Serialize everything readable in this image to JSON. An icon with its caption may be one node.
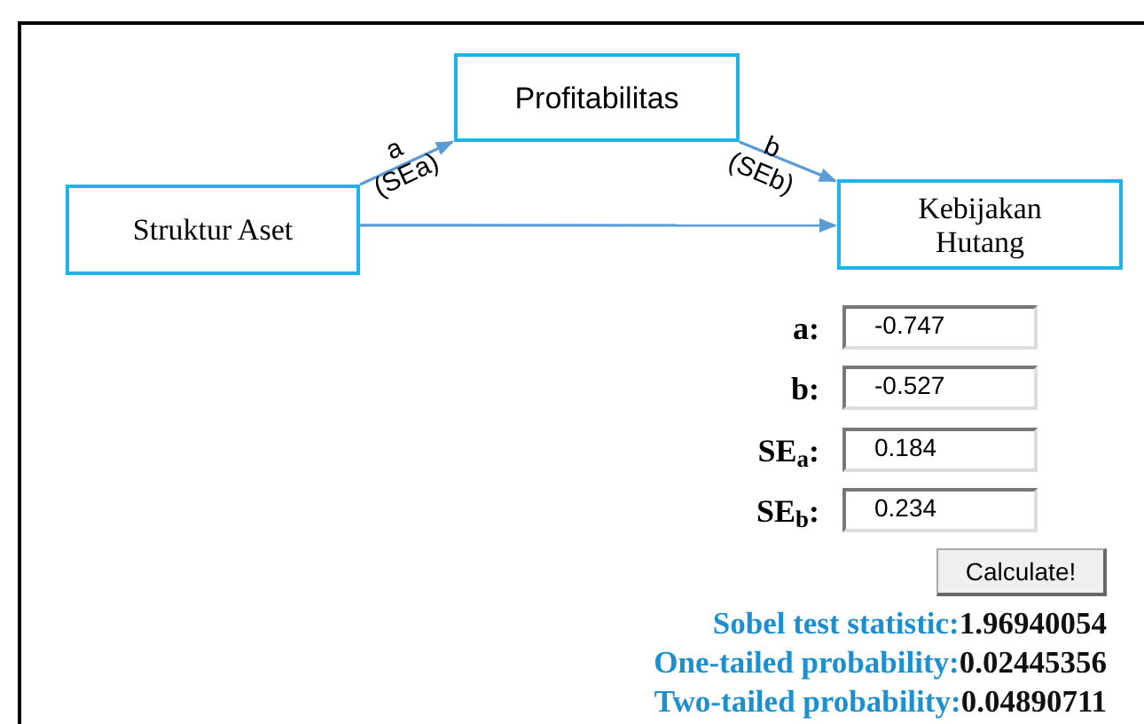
{
  "diagram": {
    "nodes": [
      {
        "text": [
          "Struktur Aset"
        ]
      },
      {
        "text": [
          "Profitabilitas"
        ]
      },
      {
        "text": [
          "Kebijakan Hutang"
        ]
      }
    ],
    "edges": [
      {
        "from": 0,
        "to": 1,
        "arrow": "to",
        "label": "a (SEa)"
      },
      {
        "from": 1,
        "to": 2,
        "arrow": "to",
        "label": "b (SEb)"
      },
      {
        "from": 0,
        "to": 2,
        "arrow": "to"
      }
    ],
    "labels": [
      "a:",
      "b:",
      "SE$_{a}$:",
      "SE$_{b}$:",
      "-0.747",
      "-0.527",
      "0.184",
      "0.234",
      "Calculate!",
      "Sobel test statistic:",
      "1.96940054",
      "One-tailed probability:",
      "0.02445356",
      "Two-tailed probability:",
      "0.04890711"
    ]
  }
}
